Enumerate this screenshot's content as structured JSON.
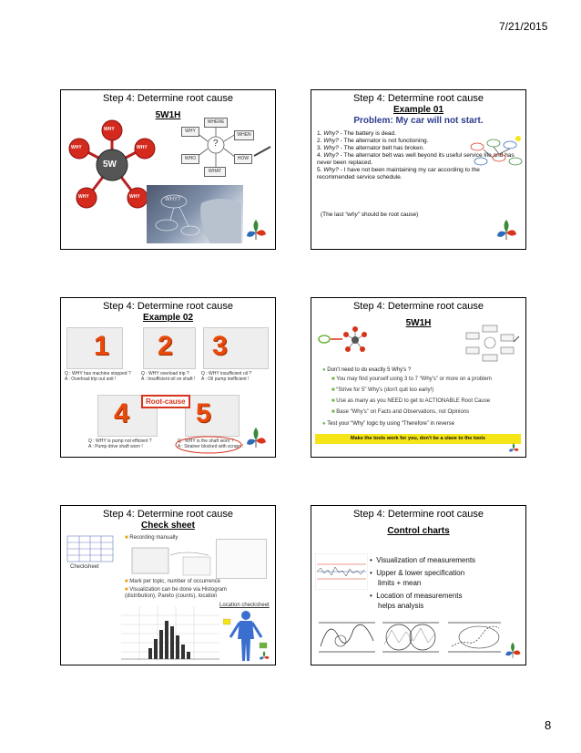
{
  "page": {
    "date": "7/21/2015",
    "number": "8"
  },
  "slides": [
    {
      "title": "Step 4: Determine root cause",
      "subtitle": "5W1H",
      "hub_label": "5W",
      "petals": [
        "WHY",
        "WHY",
        "WHY",
        "WHY",
        "WHY"
      ],
      "sketch_boxes": [
        "WHERE",
        "WHY",
        "WHEN",
        "WHO",
        "HOW",
        "WHAT"
      ],
      "photo_text": "WHY?"
    },
    {
      "title": "Step 4: Determine root cause",
      "subtitle": "Example 01",
      "problem": "Problem: My car will not start.",
      "whys": [
        {
          "n": "1.",
          "q": "Why?",
          "a": " - The battery is dead."
        },
        {
          "n": "2.",
          "q": "Why?",
          "a": " - The alternator is not functioning."
        },
        {
          "n": "3.",
          "q": "Why?",
          "a": " - The alternator belt has broken."
        },
        {
          "n": "4.",
          "q": "Why?",
          "a": " - The alternator belt was well beyond its useful service life and has never been replaced."
        },
        {
          "n": "5.",
          "q": "Why?",
          "a": " - I have not been maintaining my car according to the recommended service schedule."
        }
      ],
      "note_prefix": "(The last ",
      "note_em": "“why”",
      "note_suffix": " should be root cause)"
    },
    {
      "title": "Step 4: Determine root cause",
      "subtitle": "Example 02",
      "numbers": [
        "1",
        "2",
        "3",
        "4",
        "5"
      ],
      "root_cause_label": "Root-cause",
      "qas": [
        {
          "q": "Q : WHY has machine stopped ?",
          "a": "A : Overload trip out unit !"
        },
        {
          "q": "Q : WHY overload trip ?",
          "a": "A : Insufficient oil on shaft !"
        },
        {
          "q": "Q : WHY insufficient oil ?",
          "a": "A : Oil pump inefficient !"
        },
        {
          "q": "Q : WHY is pump not efficient ?",
          "a": "A : Pump drive shaft worn !"
        },
        {
          "q": "Q : WHY is the shaft worn ?",
          "a": "A : Strainer blocked with scraps !"
        }
      ]
    },
    {
      "title": "Step 4: Determine root cause",
      "subtitle": "5W1H",
      "question": "Don't need to do exactly 5 Why's ?",
      "bullets": [
        "You may find yourself using 3 to 7 “Why's” or more on a problem",
        "“Strive for 5” Why's (don't quit too early!)",
        "Use as many as you NEED to get to ACTIONABLE Root Cause",
        "Base “Why's” on Facts and Observations, not Opinions"
      ],
      "test": "Test your “Why” logic by using “Therefore” in reverse",
      "banner": "Make the tools work for you, don't be a slave to the tools"
    },
    {
      "title": "Step 4: Determine root cause",
      "subtitle": "Check sheet",
      "bullet1": "Recording manually",
      "checksheet_label": "Checksheet",
      "bullet2": "Mark per topic, number of occurrence",
      "bullet3": "Visualization can be done via Histogram (distribution), Pareto (counts), location",
      "location_label": "Location checksheet"
    },
    {
      "title": "Step 4: Determine root cause",
      "subtitle": "Control charts",
      "bullets": [
        "Visualization of measurements",
        "Upper & lower specification",
        "limits + mean",
        "Location of measurements",
        "helps analysis"
      ]
    }
  ],
  "colors": {
    "accent_red": "#d8331b",
    "heading_blue": "#2e3b8f",
    "banner_yellow": "#f6e516",
    "bullet_green": "#6bb33a",
    "number_orange": "#e84a0c"
  }
}
